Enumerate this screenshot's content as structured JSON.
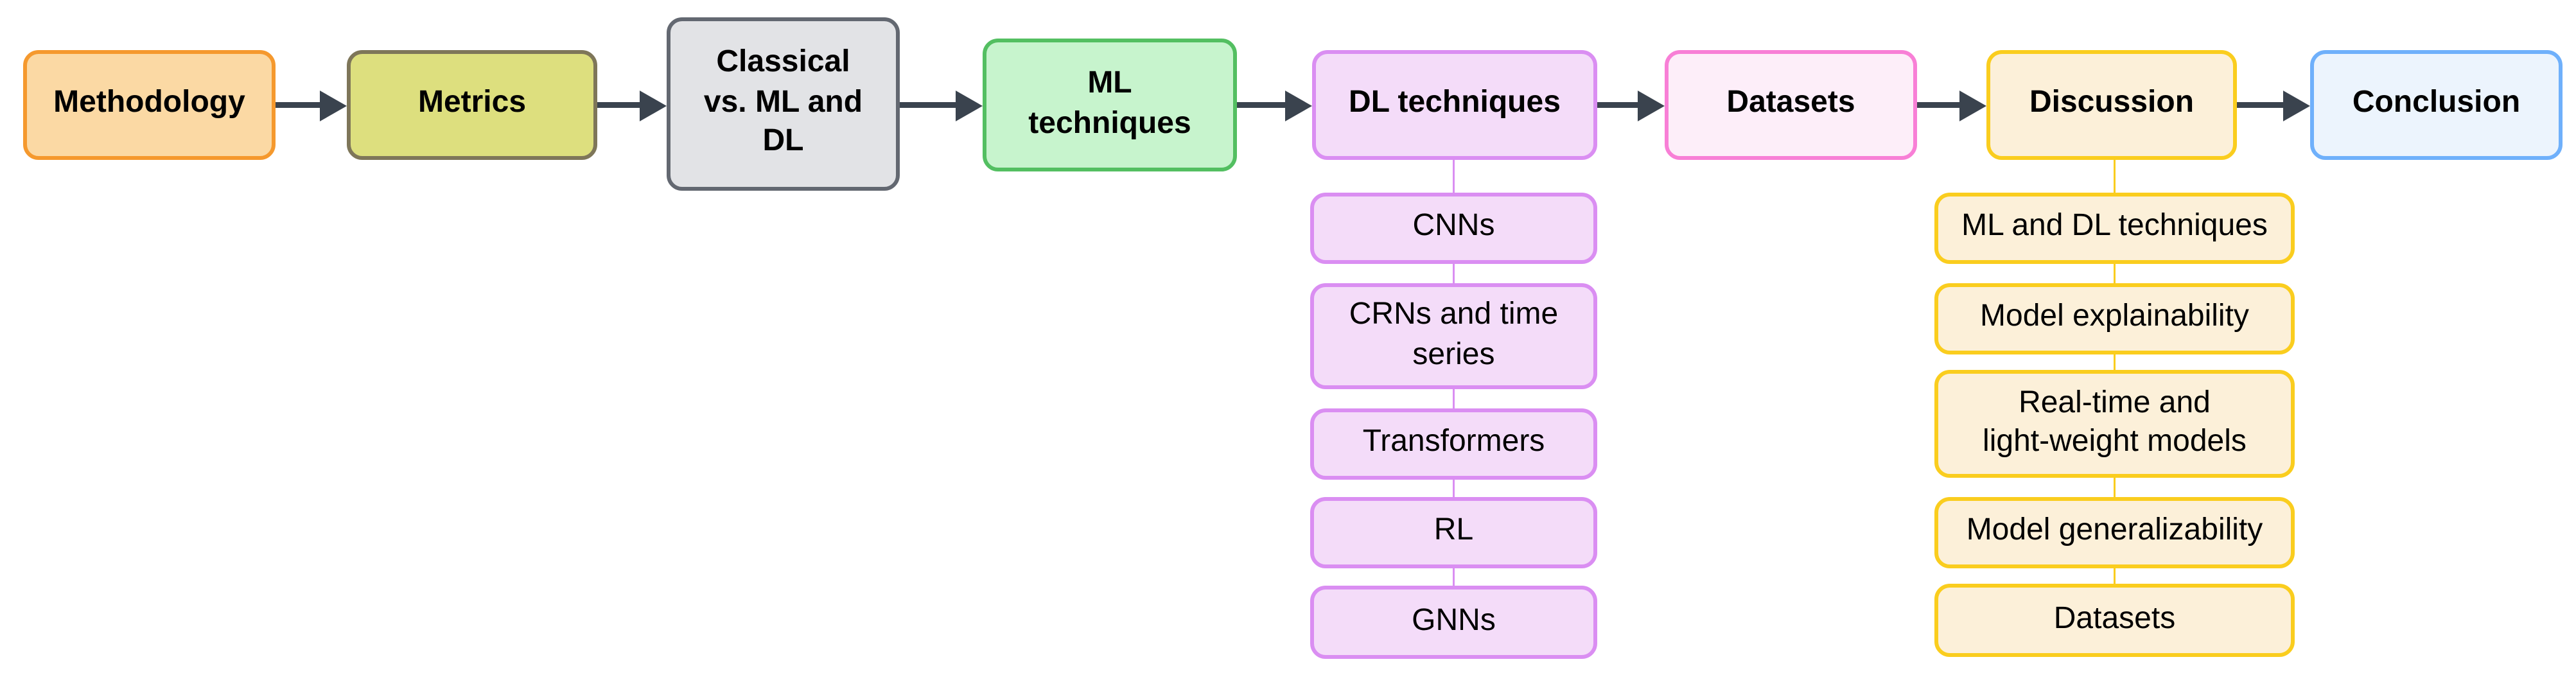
{
  "diagram": {
    "background": "#FFFFFF",
    "arrow_color": "#3A434E",
    "main_flow": [
      {
        "label": "Methodology",
        "fill": "#FBD9A4",
        "stroke": "#F5992E"
      },
      {
        "label": "Metrics",
        "fill": "#DDDF7E",
        "stroke": "#7E7659"
      },
      {
        "label": "Classical\nvs. ML and\nDL",
        "fill": "#E2E3E6",
        "stroke": "#636871"
      },
      {
        "label": "ML\ntechniques",
        "fill": "#C7F4CD",
        "stroke": "#53BF61"
      },
      {
        "label": "DL techniques",
        "fill": "#F4DCF9",
        "stroke": "#DA8EF2"
      },
      {
        "label": "Datasets",
        "fill": "#FDEEF9",
        "stroke": "#F87FD6"
      },
      {
        "label": "Discussion",
        "fill": "#FCF0D9",
        "stroke": "#FACD1E"
      },
      {
        "label": "Conclusion",
        "fill": "#ECF4FD",
        "stroke": "#6FB0FB"
      }
    ],
    "dl_subtopics": [
      {
        "label": "CNNs"
      },
      {
        "label": "CRNs and time\nseries"
      },
      {
        "label": "Transformers"
      },
      {
        "label": "RL"
      },
      {
        "label": "GNNs"
      }
    ],
    "discussion_subtopics": [
      {
        "label": "ML and DL techniques"
      },
      {
        "label": "Model explainability"
      },
      {
        "label": "Real-time and\nlight-weight models"
      },
      {
        "label": "Model generalizability"
      },
      {
        "label": "Datasets"
      }
    ]
  }
}
